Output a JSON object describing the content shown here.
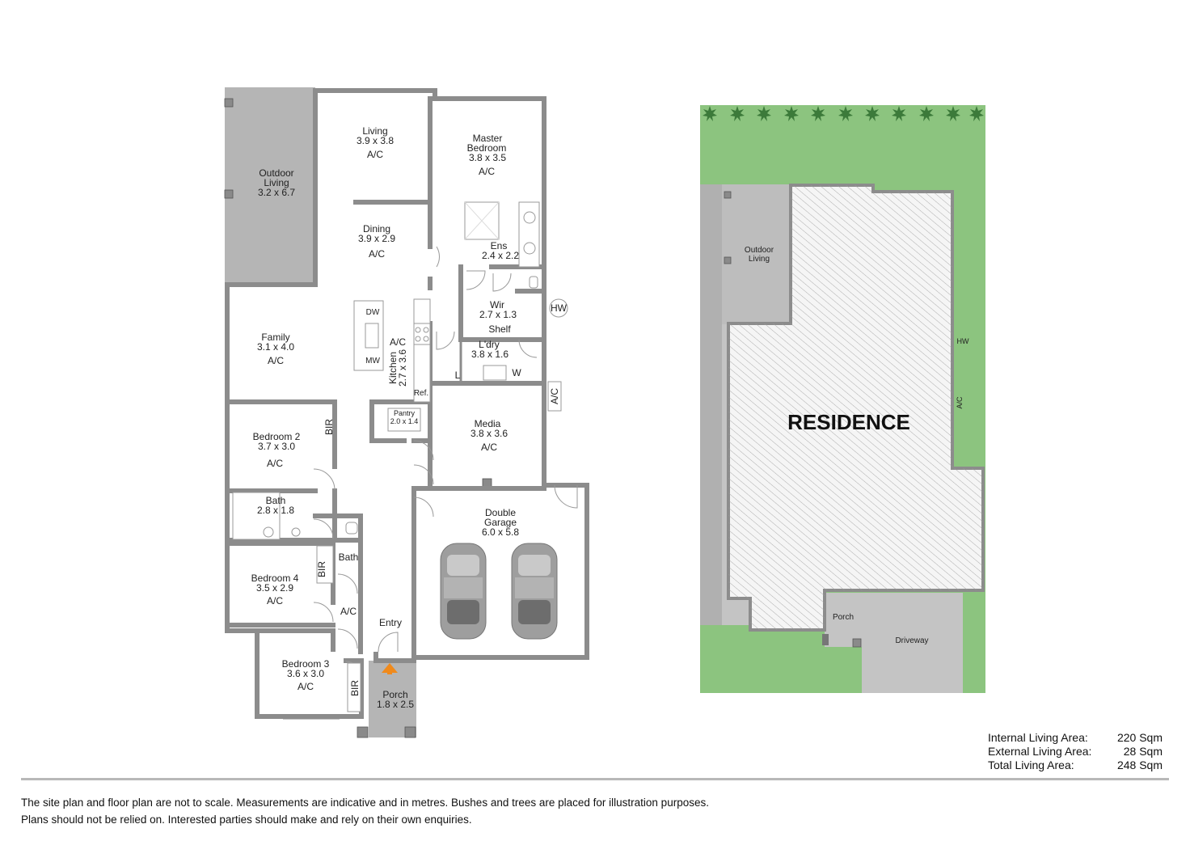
{
  "floor_plan": {
    "rooms": {
      "outdoor_living": {
        "name_1": "Outdoor",
        "name_2": "Living",
        "size": "3.2 x 6.7"
      },
      "living": {
        "name": "Living",
        "size": "3.9 x 3.8",
        "ac": "A/C"
      },
      "master": {
        "name_1": "Master",
        "name_2": "Bedroom",
        "size": "3.8 x 3.5",
        "ac": "A/C"
      },
      "dining": {
        "name": "Dining",
        "size": "3.9 x 2.9",
        "ac": "A/C"
      },
      "ens": {
        "name": "Ens",
        "size": "2.4 x 2.2"
      },
      "wir": {
        "name": "Wir",
        "size": "2.7 x 1.3",
        "shelf": "Shelf"
      },
      "family": {
        "name": "Family",
        "size": "3.1 x 4.0",
        "ac": "A/C"
      },
      "kitchen": {
        "name": "Kitchen",
        "size": "2.7 x 3.6",
        "ac": "A/C",
        "dw": "DW",
        "mw": "MW",
        "ref": "Ref."
      },
      "laundry": {
        "name": "L'dry",
        "size": "3.8 x 1.6",
        "l": "L",
        "w": "W"
      },
      "hw": "HW",
      "ac_external": "A/C",
      "pantry": {
        "name": "Pantry",
        "size": "2.0 x 1.4"
      },
      "bedroom2": {
        "name": "Bedroom 2",
        "size": "3.7 x 3.0",
        "ac": "A/C",
        "bir": "BIR"
      },
      "media": {
        "name": "Media",
        "size": "3.8 x 3.6",
        "ac": "A/C"
      },
      "bath_main": {
        "name": "Bath",
        "size": "2.8 x 1.8"
      },
      "bath_small": {
        "name": "Bath"
      },
      "garage": {
        "name_1": "Double",
        "name_2": "Garage",
        "size": "6.0 x 5.8"
      },
      "bedroom4": {
        "name": "Bedroom 4",
        "size": "3.5 x 2.9",
        "ac": "A/C",
        "bir": "BIR"
      },
      "hall_ac": "A/C",
      "entry": {
        "name": "Entry"
      },
      "bedroom3": {
        "name": "Bedroom 3",
        "size": "3.6 x 3.0",
        "ac": "A/C",
        "bir": "BIR"
      },
      "porch": {
        "name": "Porch",
        "size": "1.8 x 2.5"
      }
    }
  },
  "site_plan": {
    "outdoor_living_1": "Outdoor",
    "outdoor_living_2": "Living",
    "residence": "RESIDENCE",
    "hw": "HW",
    "ac": "A/C",
    "porch": "Porch",
    "driveway": "Driveway",
    "colors": {
      "lawn": "#8cc47f",
      "paving": "#c4c4c4",
      "hatch": "#9a9a9a",
      "wall": "#8c8c8c"
    }
  },
  "areas": [
    {
      "label": "Internal Living Area:",
      "value": "220 Sqm"
    },
    {
      "label": "External Living Area:",
      "value": "28 Sqm"
    },
    {
      "label": "Total Living Area:",
      "value": "248 Sqm"
    }
  ],
  "disclaimer": {
    "line1": "The site plan and floor plan are not to scale. Measurements are indicative and in metres. Bushes and trees are placed for illustration purposes.",
    "line2": "Plans should not be relied on. Interested parties should make and rely on their own enquiries."
  }
}
